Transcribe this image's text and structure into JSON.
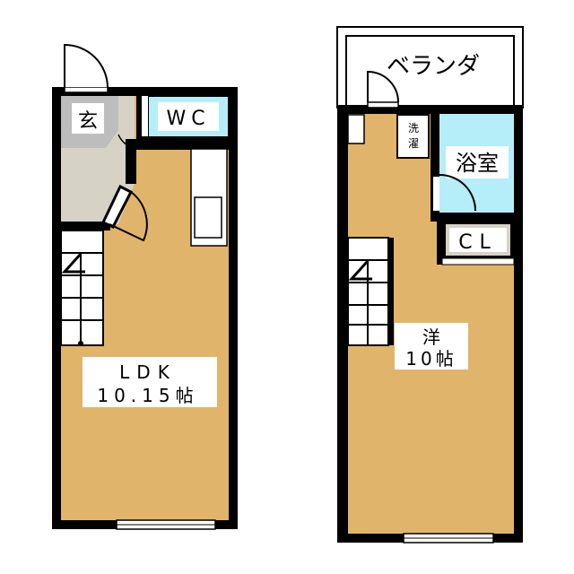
{
  "floor1": {
    "entrance": "玄",
    "wc": "WC",
    "ldk_name": "LDK",
    "ldk_size": "10.15帖"
  },
  "floor2": {
    "veranda": "ベランダ",
    "laundry_line1": "洗",
    "laundry_line2": "濯",
    "bath": "浴室",
    "closet": "CL",
    "room_name": "洋",
    "room_size": "10帖"
  },
  "colors": {
    "floor": "#E1B46C",
    "entrance": "#D6D2C6",
    "entrance_dark": "#BDBDBD",
    "wet_area": "#B5EDF8",
    "closet": "#D6D2C6",
    "wall": "#000000"
  }
}
